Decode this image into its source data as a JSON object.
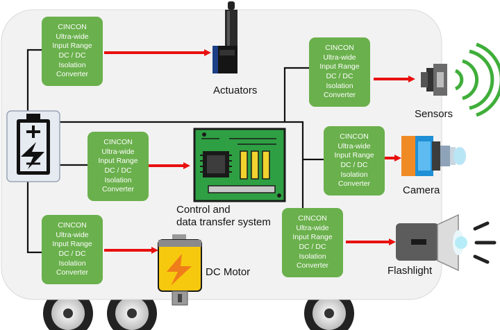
{
  "converter_lines": [
    "CINCON",
    "Ultra-wide",
    "Input Range",
    "DC / DC",
    "Isolation",
    "Converter"
  ],
  "labels": {
    "actuators": "Actuators",
    "sensors": "Sensors",
    "camera": "Camera",
    "control_line1": "Control and",
    "control_line2": "data transfer system",
    "flashlight": "Flashlight",
    "dc_motor": "DC Motor"
  },
  "colors": {
    "converter_fill": "#6ab04c",
    "arrow": "#e8100f",
    "chassis": "#f2f2f2",
    "pcb": "#2ea043",
    "signal_waves": "#3fae3a",
    "motor_body": "#f7c90e"
  },
  "icons": [
    "battery-icon",
    "actuator-icon",
    "sensor-icon",
    "camera-icon",
    "pcb-icon",
    "flashlight-icon",
    "dc-motor-icon",
    "wheel-icon"
  ]
}
